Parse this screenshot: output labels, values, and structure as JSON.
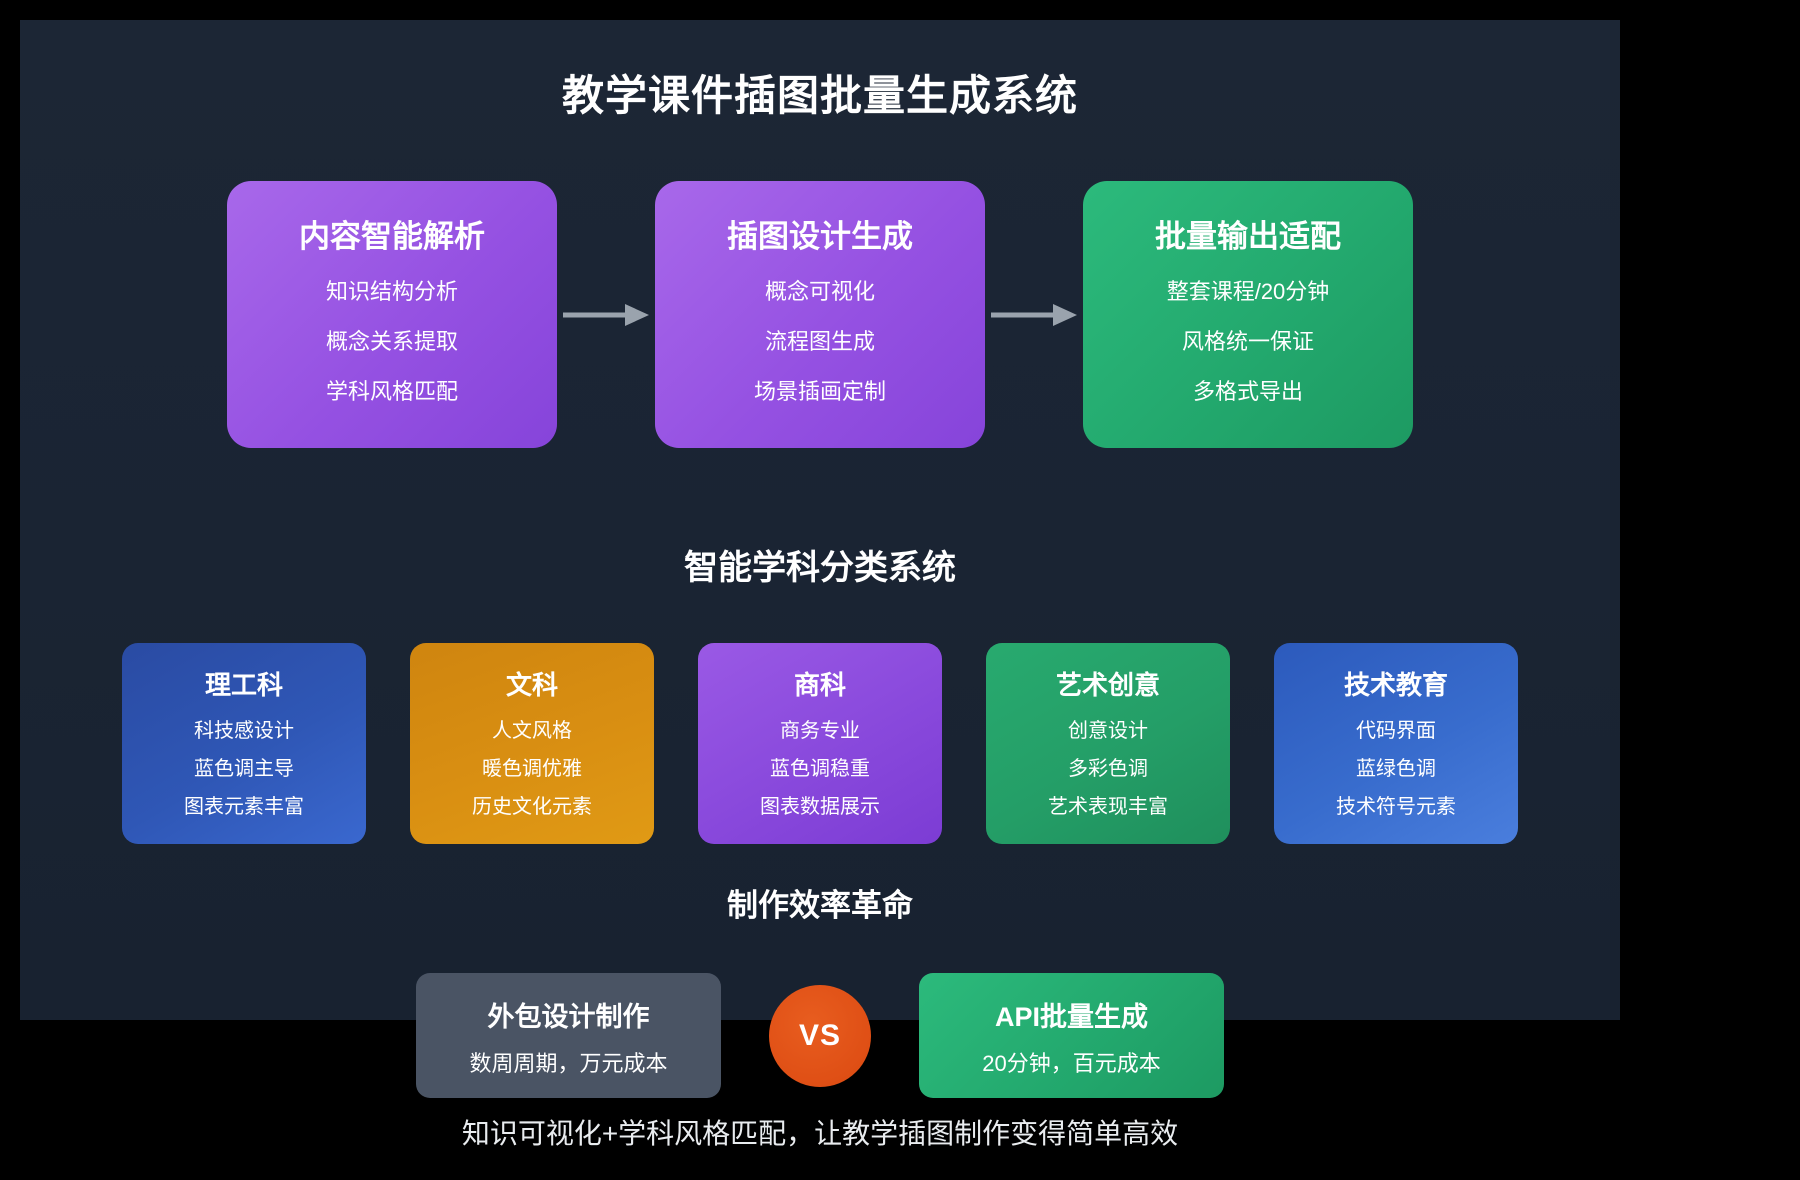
{
  "title": "教学课件插图批量生成系统",
  "pipeline": {
    "steps": [
      {
        "title": "内容智能解析",
        "lines": [
          "知识结构分析",
          "概念关系提取",
          "学科风格匹配"
        ]
      },
      {
        "title": "插图设计生成",
        "lines": [
          "概念可视化",
          "流程图生成",
          "场景插画定制"
        ]
      },
      {
        "title": "批量输出适配",
        "lines": [
          "整套课程/20分钟",
          "风格统一保证",
          "多格式导出"
        ]
      }
    ]
  },
  "classification": {
    "heading": "智能学科分类系统",
    "categories": [
      {
        "title": "理工科",
        "lines": [
          "科技感设计",
          "蓝色调主导",
          "图表元素丰富"
        ]
      },
      {
        "title": "文科",
        "lines": [
          "人文风格",
          "暖色调优雅",
          "历史文化元素"
        ]
      },
      {
        "title": "商科",
        "lines": [
          "商务专业",
          "蓝色调稳重",
          "图表数据展示"
        ]
      },
      {
        "title": "艺术创意",
        "lines": [
          "创意设计",
          "多彩色调",
          "艺术表现丰富"
        ]
      },
      {
        "title": "技术教育",
        "lines": [
          "代码界面",
          "蓝绿色调",
          "技术符号元素"
        ]
      }
    ]
  },
  "efficiency": {
    "heading": "制作效率革命",
    "left": {
      "title": "外包设计制作",
      "subtitle": "数周周期，万元成本"
    },
    "vs_label": "VS",
    "right": {
      "title": "API批量生成",
      "subtitle": "20分钟，百元成本"
    },
    "footer": "知识可视化+学科风格匹配，让教学插图制作变得简单高效"
  },
  "colors": {
    "canvas_background": "#000000",
    "panel_background": "#1a2433",
    "purple_card": "#9551e2",
    "green_card": "#23a96e",
    "deep_blue_card": "#2f57b6",
    "orange_card": "#d98f12",
    "purple2_card": "#8949dc",
    "green2_card": "#249e67",
    "bright_blue_card": "#386ccd",
    "gray_card": "#4a5464",
    "vs_badge": "#df4f15",
    "arrow": "#9aa3ad",
    "text": "#ffffff",
    "footer_text": "#e9ecef"
  }
}
